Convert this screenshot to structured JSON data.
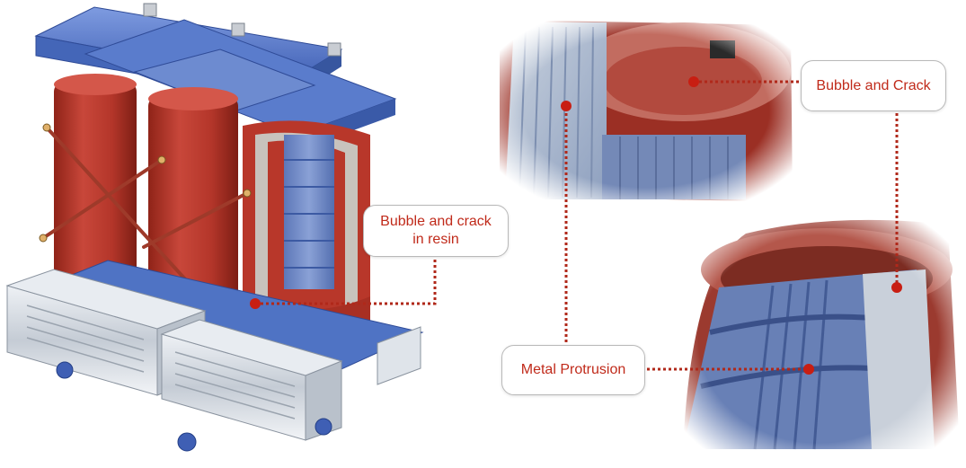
{
  "callouts": {
    "resin": {
      "line1": "Bubble and crack",
      "line2": "in resin"
    },
    "crack": {
      "text": "Bubble and Crack"
    },
    "metal": {
      "text": "Metal Protrusion"
    }
  },
  "colors": {
    "callout_text": "#c02a1a",
    "leader": "#b0281a",
    "resin_red": "#b8372a",
    "frame_blue": "#4f73c4",
    "core_blue": "#6f8fce",
    "steel_gray": "#d8dde3"
  },
  "icons": [
    "transformer-illustration",
    "closeup-photo-core",
    "closeup-photo-coil"
  ]
}
